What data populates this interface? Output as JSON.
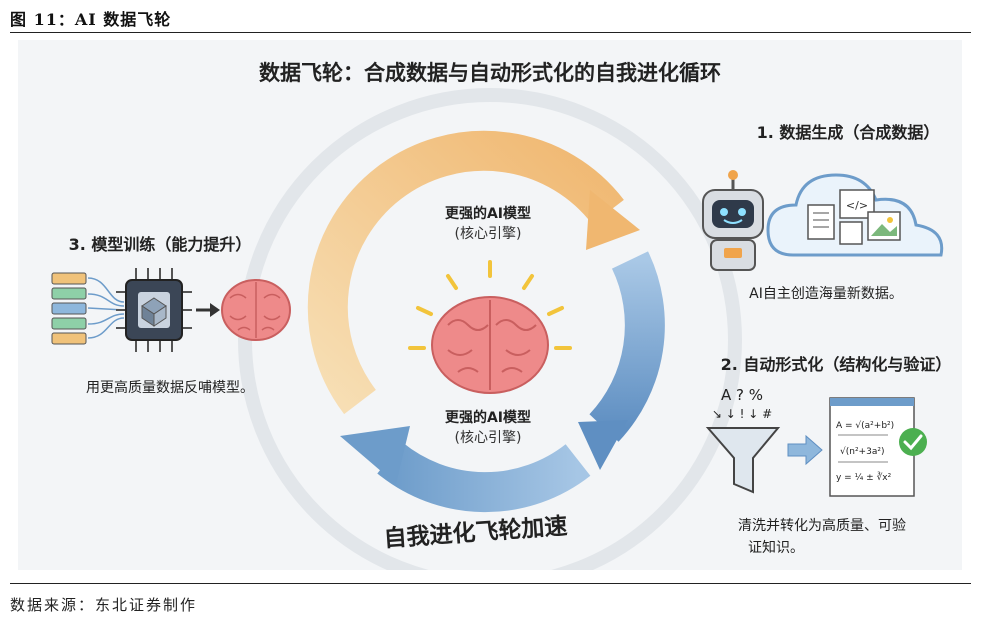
{
  "figure_title": "图 11：AI 数据飞轮",
  "diagram_title": "数据飞轮：合成数据与自动形式化的自我进化循环",
  "center": {
    "label_top": "更强的AI模型",
    "sub_top": "(核心引擎)",
    "label_bottom": "更强的AI模型",
    "sub_bottom": "(核心引擎)"
  },
  "step1": {
    "title": "1. 数据生成（合成数据）",
    "desc": "AI自主创造海量新数据。"
  },
  "step2": {
    "title": "2. 自动形式化（结构化与验证）",
    "desc_line1": "清洗并转化为高质量、可验",
    "desc_line2": "证知识。",
    "funnel_symbols": "A ? %",
    "funnel_symbols2": "↘ ↓ ! ↓ #",
    "formula1": "A = √(a²+b²)",
    "formula2": "√(n²+3a²)",
    "formula3": "y = ¼ ± ∛x²"
  },
  "step3": {
    "title": "3. 模型训练（能力提升）",
    "desc": "用更高质量数据反哺模型。"
  },
  "cycle_label": "自我进化飞轮加速",
  "source": "数据来源：东北证券制作",
  "colors": {
    "orange": "#f3c27e",
    "blue": "#8eb7dc",
    "blue_dark": "#6d9cca",
    "brain": "#ee8a8a",
    "rays": "#f2c43b",
    "check": "#4caf50"
  }
}
